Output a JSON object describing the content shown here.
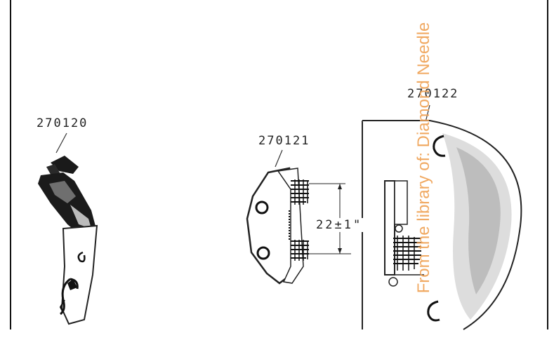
{
  "parts": {
    "presser_foot": {
      "number": "270120"
    },
    "feed_dog": {
      "number": "270121"
    },
    "needle_plate": {
      "number": "270122"
    }
  },
  "dimension": {
    "label": "22±1\""
  },
  "watermark": {
    "text": "From the library of: Diamond Needle",
    "color": "#f0a55a"
  }
}
